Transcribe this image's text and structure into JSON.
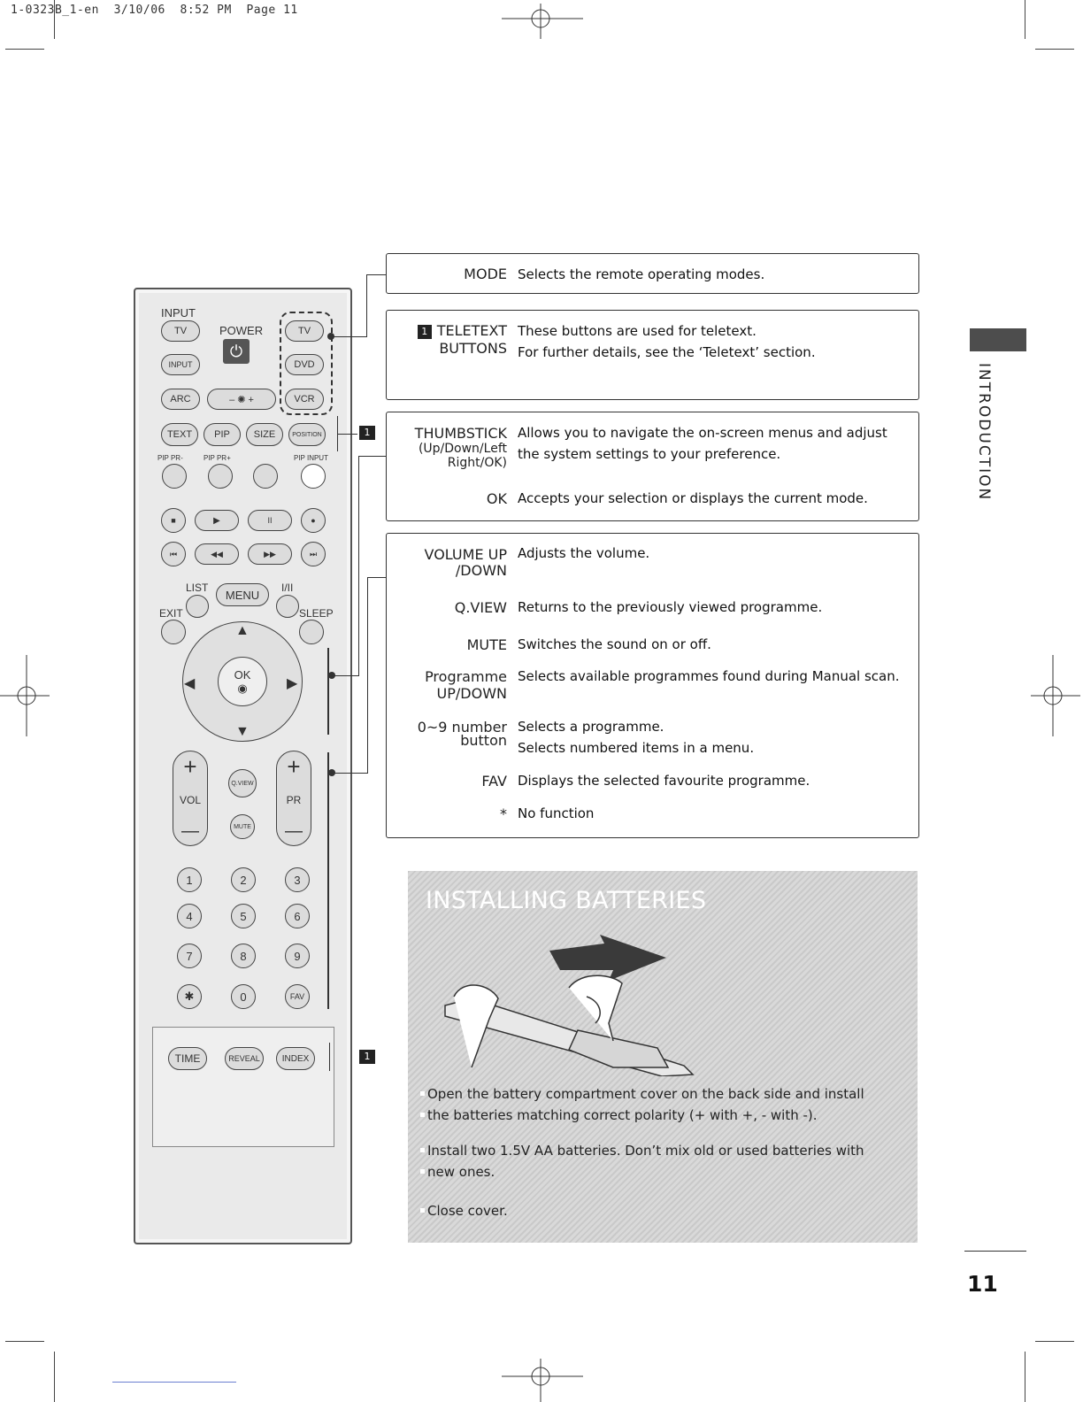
{
  "print_slug": "1-0323B_1-en  3/10/06  8:52 PM  Page 11",
  "remote": {
    "input_label": "INPUT",
    "tv": "TV",
    "power_label": "POWER",
    "power_symbol": "⏻",
    "mode_tv": "TV",
    "mode_dvd": "DVD",
    "mode_vcr": "VCR",
    "input_btn": "INPUT",
    "arc": "ARC",
    "brightness": "– ✺ +",
    "text": "TEXT",
    "pip": "PIP",
    "size": "SIZE",
    "position": "POSITION",
    "pip_pr_minus": "PIP PR-",
    "pip_pr_plus": "PIP PR+",
    "pip_input": "PIP INPUT",
    "stop": "■",
    "play": "▶",
    "pause": "II",
    "record": "●",
    "prev": "⏮",
    "rew": "◀◀",
    "ff": "▶▶",
    "next": "⏭",
    "list": "LIST",
    "menu": "MENU",
    "i_ii": "I/II",
    "exit": "EXIT",
    "sleep": "SLEEP",
    "ok": "OK",
    "ok_symbol": "◉",
    "up": "▲",
    "down": "▼",
    "left": "◀",
    "right": "▶",
    "vol_plus": "+",
    "vol_label": "VOL",
    "vol_minus": "—",
    "qview": "Q.VIEW",
    "mute": "MUTE",
    "pr_plus": "+",
    "pr_label": "PR",
    "pr_minus": "—",
    "num1": "1",
    "num2": "2",
    "num3": "3",
    "num4": "4",
    "num5": "5",
    "num6": "6",
    "num7": "7",
    "num8": "8",
    "num9": "9",
    "star": "✱",
    "num0": "0",
    "fav": "FAV",
    "time": "TIME",
    "reveal": "REVEAL",
    "index": "INDEX",
    "marker1": "1",
    "marker2": "1"
  },
  "boxes": {
    "mode": {
      "term": "MODE",
      "desc": "Selects the remote operating modes."
    },
    "teletext": {
      "badge": "1",
      "term1": "TELETEXT",
      "term2": "BUTTONS",
      "desc1": "These buttons are used for teletext.",
      "desc2": "For further details, see the ‘Teletext’ section."
    },
    "thumbstick": {
      "term1": "THUMBSTICK",
      "term2": "(Up/Down/Left",
      "term3": "Right/OK)",
      "desc1": "Allows you to navigate the on-screen menus and adjust",
      "desc2": "the system settings to your preference.",
      "ok_term": "OK",
      "ok_desc": "Accepts your selection or displays the current mode."
    },
    "controls": [
      {
        "term1": "VOLUME UP",
        "term2": "/DOWN",
        "desc1": "Adjusts the volume."
      },
      {
        "term1": "Q.VIEW",
        "desc1": "Returns to the previously viewed programme."
      },
      {
        "term1": "MUTE",
        "desc1": "Switches the sound on or off."
      },
      {
        "term1": "Programme",
        "term2": "UP/DOWN",
        "desc1": "Selects available programmes found during Manual scan."
      },
      {
        "term1": "0~9 number",
        "term2": "button",
        "desc1": "Selects a programme.",
        "desc2": "Selects numbered items in a menu."
      },
      {
        "term1": "FAV",
        "desc1": "Displays the selected favourite programme."
      },
      {
        "term1": "*",
        "desc1": "No function"
      }
    ]
  },
  "batteries": {
    "title": "INSTALLING BATTERIES",
    "steps": [
      "Open the battery compartment cover on the back side and install",
      "the batteries matching correct polarity (+ with +, - with -).",
      "Install two 1.5V AA batteries. Don’t mix old or used batteries with",
      "new ones.",
      "Close cover."
    ]
  },
  "side_tab": "INTRODUCTION",
  "page_number": "11"
}
